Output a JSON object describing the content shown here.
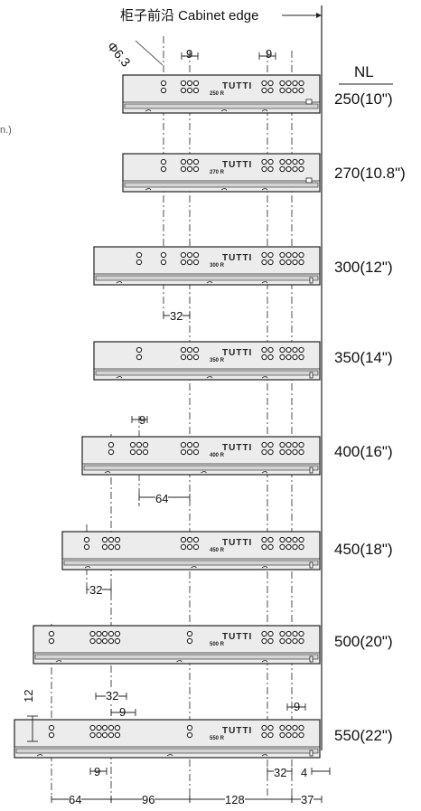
{
  "header": {
    "edge_label": "柜子前沿  Cabinet edge",
    "nl_heading": "NL",
    "left_clip_text": "n.)"
  },
  "hole_diameter": "Φ6.3",
  "brand_mark": "TUTTI",
  "rails": [
    {
      "id": "250",
      "nl": "250(10\")",
      "code": "250 R"
    },
    {
      "id": "270",
      "nl": "270(10.8\")",
      "code": "270 R"
    },
    {
      "id": "300",
      "nl": "300(12\")",
      "code": "300 R"
    },
    {
      "id": "350",
      "nl": "350(14\")",
      "code": "350 R"
    },
    {
      "id": "400",
      "nl": "400(16\")",
      "code": "400 R"
    },
    {
      "id": "450",
      "nl": "450(18\")",
      "code": "450 R"
    },
    {
      "id": "500",
      "nl": "500(20\")",
      "code": "500 R"
    },
    {
      "id": "550",
      "nl": "550(22\")",
      "code": "550 R"
    }
  ],
  "dimensions": {
    "nine_a": "9",
    "nine_b": "9",
    "d32_300": "32",
    "nine_400": "9",
    "d64_400": "64",
    "d32_450": "32",
    "d12": "12",
    "d32_550": "32",
    "nine_550a": "9",
    "nine_550b": "9",
    "nine_550c": "9",
    "d32_550b": "32",
    "d4": "4",
    "bottom": [
      "64",
      "96",
      "128",
      "37"
    ]
  },
  "colors": {
    "line": "#222222",
    "rail_fill": "#ececec",
    "rail_band": "#d4d4d4",
    "background": "#ffffff"
  }
}
